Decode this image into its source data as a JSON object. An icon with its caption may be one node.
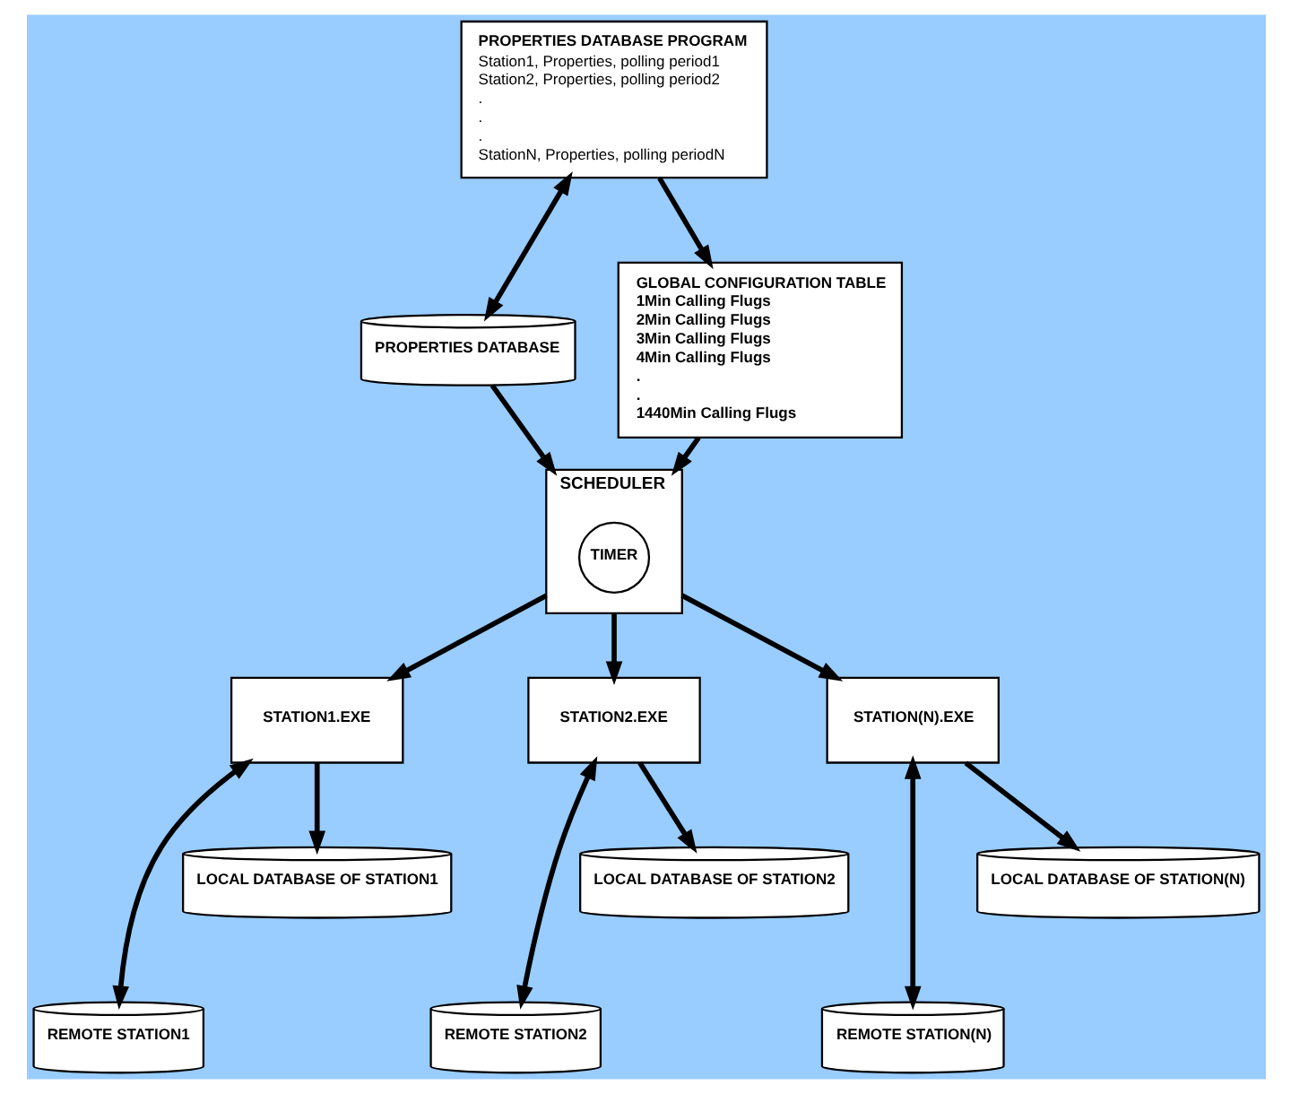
{
  "diagram": {
    "nodes": [
      {
        "text": [
          "PROPERTIES DATABASE PROGRAM",
          "Station1, Properties, polling period1",
          "Station2, Properties, polling period2",
          ".",
          ".",
          ".",
          "StationN, Properties, polling periodN"
        ]
      },
      {
        "text": [
          "PROPERTIES DATABASE"
        ]
      },
      {
        "text": [
          "GLOBAL CONFIGURATION TABLE",
          "1Min Calling Flugs",
          "2Min Calling Flugs",
          "3Min Calling Flugs",
          "4Min Calling Flugs",
          ".",
          ".",
          "1440Min Calling Flugs"
        ]
      },
      {
        "text": [
          "SCHEDULER"
        ]
      },
      {
        "text": [
          "TIMER"
        ],
        "in": 3
      },
      {
        "text": [
          "STATION1.EXE"
        ]
      },
      {
        "text": [
          "STATION2.EXE"
        ]
      },
      {
        "text": [
          "STATION(N).EXE"
        ]
      },
      {
        "text": [
          "REMOTE STATION1"
        ]
      },
      {
        "text": [
          "LOCAL DATABASE OF STATION1"
        ]
      },
      {
        "text": [
          "REMOTE STATION2"
        ]
      },
      {
        "text": [
          "LOCAL DATABASE OF STATION2"
        ]
      },
      {
        "text": [
          "REMOTE STATION(N)"
        ]
      },
      {
        "text": [
          "LOCAL DATABASE OF STATION(N)"
        ]
      }
    ],
    "edges": [
      {
        "from": 0,
        "to": 1,
        "arrow": "both"
      },
      {
        "from": 0,
        "to": 2,
        "arrow": "to"
      },
      {
        "from": 1,
        "to": 3,
        "arrow": "to"
      },
      {
        "from": 2,
        "to": 3,
        "arrow": "to"
      },
      {
        "from": 3,
        "to": 5,
        "arrow": "to"
      },
      {
        "from": 3,
        "to": 6,
        "arrow": "to"
      },
      {
        "from": 3,
        "to": 7,
        "arrow": "to"
      },
      {
        "from": 5,
        "to": 8,
        "arrow": "both"
      },
      {
        "from": 5,
        "to": 9,
        "arrow": "to"
      },
      {
        "from": 6,
        "to": 10,
        "arrow": "both"
      },
      {
        "from": 6,
        "to": 11,
        "arrow": "to"
      },
      {
        "from": 7,
        "to": 12,
        "arrow": "both"
      },
      {
        "from": 7,
        "to": 13,
        "arrow": "to"
      }
    ]
  }
}
